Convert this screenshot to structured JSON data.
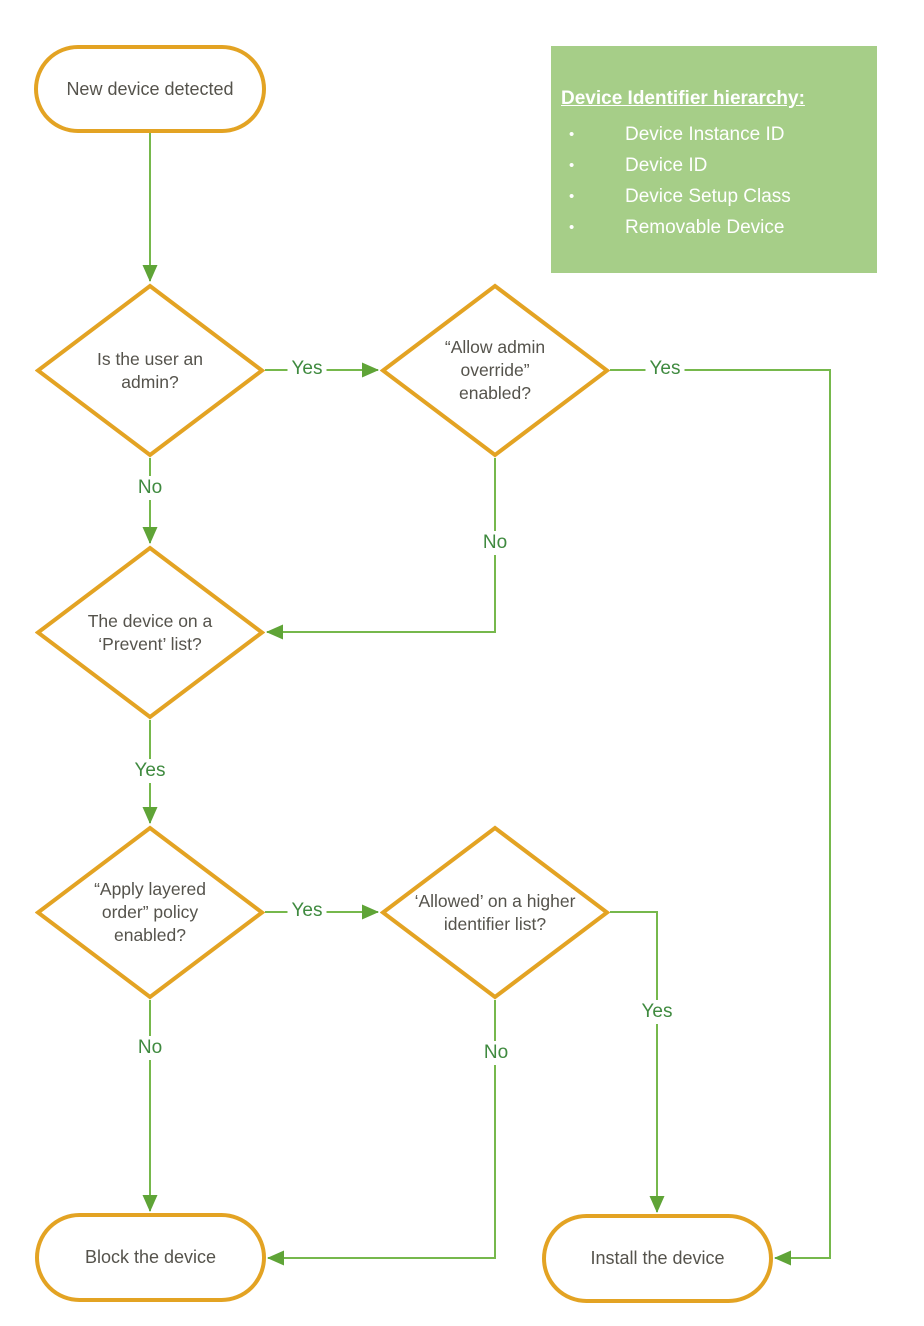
{
  "colors": {
    "shape_border": "#E3A323",
    "connector_green": "#76B84C",
    "edge_label_green": "#3F8A3F",
    "node_text_gray": "#55534C",
    "info_box_bg": "#A6CE88",
    "info_box_text": "#FFFFFF"
  },
  "nodes": {
    "start": {
      "label": "New device detected"
    },
    "d1": {
      "label": "Is the user an admin?"
    },
    "d2": {
      "label": "“Allow admin override” enabled?"
    },
    "d3": {
      "label": "The device on a ‘Prevent’ list?"
    },
    "d4": {
      "label": "“Apply layered order” policy enabled?"
    },
    "d5": {
      "label": "‘Allowed’ on a higher identifier list?"
    },
    "block": {
      "label": "Block the device"
    },
    "install": {
      "label": "Install the device"
    }
  },
  "edges": [
    {
      "from": "start",
      "to": "d1",
      "label": ""
    },
    {
      "from": "d1",
      "to": "d2",
      "label": "Yes"
    },
    {
      "from": "d1",
      "to": "d3",
      "label": "No"
    },
    {
      "from": "d2",
      "to": "d3",
      "label": "No"
    },
    {
      "from": "d2",
      "to": "install",
      "label": "Yes"
    },
    {
      "from": "d3",
      "to": "d4",
      "label": "Yes"
    },
    {
      "from": "d4",
      "to": "d5",
      "label": "Yes"
    },
    {
      "from": "d4",
      "to": "block",
      "label": "No"
    },
    {
      "from": "d5",
      "to": "block",
      "label": "No"
    },
    {
      "from": "d5",
      "to": "install",
      "label": "Yes"
    }
  ],
  "info_box": {
    "title": "Device Identifier hierarchy:",
    "bullet": "•",
    "items": [
      "Device Instance ID",
      "Device ID",
      "Device Setup Class",
      "Removable Device"
    ]
  }
}
